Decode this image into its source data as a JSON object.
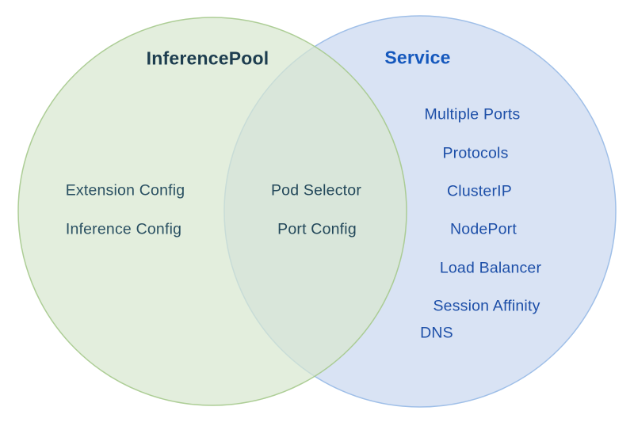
{
  "diagram": {
    "type": "venn",
    "left_set": {
      "title": "InferencePool",
      "items": [
        "Extension Config",
        "Inference Config"
      ],
      "fill_color": "#e3eedd",
      "border_color": "#a5c98c",
      "title_color": "#1d3d4f",
      "item_color": "#2a5062"
    },
    "right_set": {
      "title": "Service",
      "items": [
        "Multiple Ports",
        "Protocols",
        "ClusterIP",
        "NodePort",
        "Load Balancer",
        "Session Affinity",
        "DNS"
      ],
      "fill_color": "#d9e3f4",
      "border_color": "#9fbfe8",
      "title_color": "#1558bd",
      "item_color": "#1d4fa8"
    },
    "overlap_set": {
      "items": [
        "Pod Selector",
        "Port Config"
      ],
      "fill_color": "#d8e6da",
      "item_color": "#23485a"
    }
  }
}
